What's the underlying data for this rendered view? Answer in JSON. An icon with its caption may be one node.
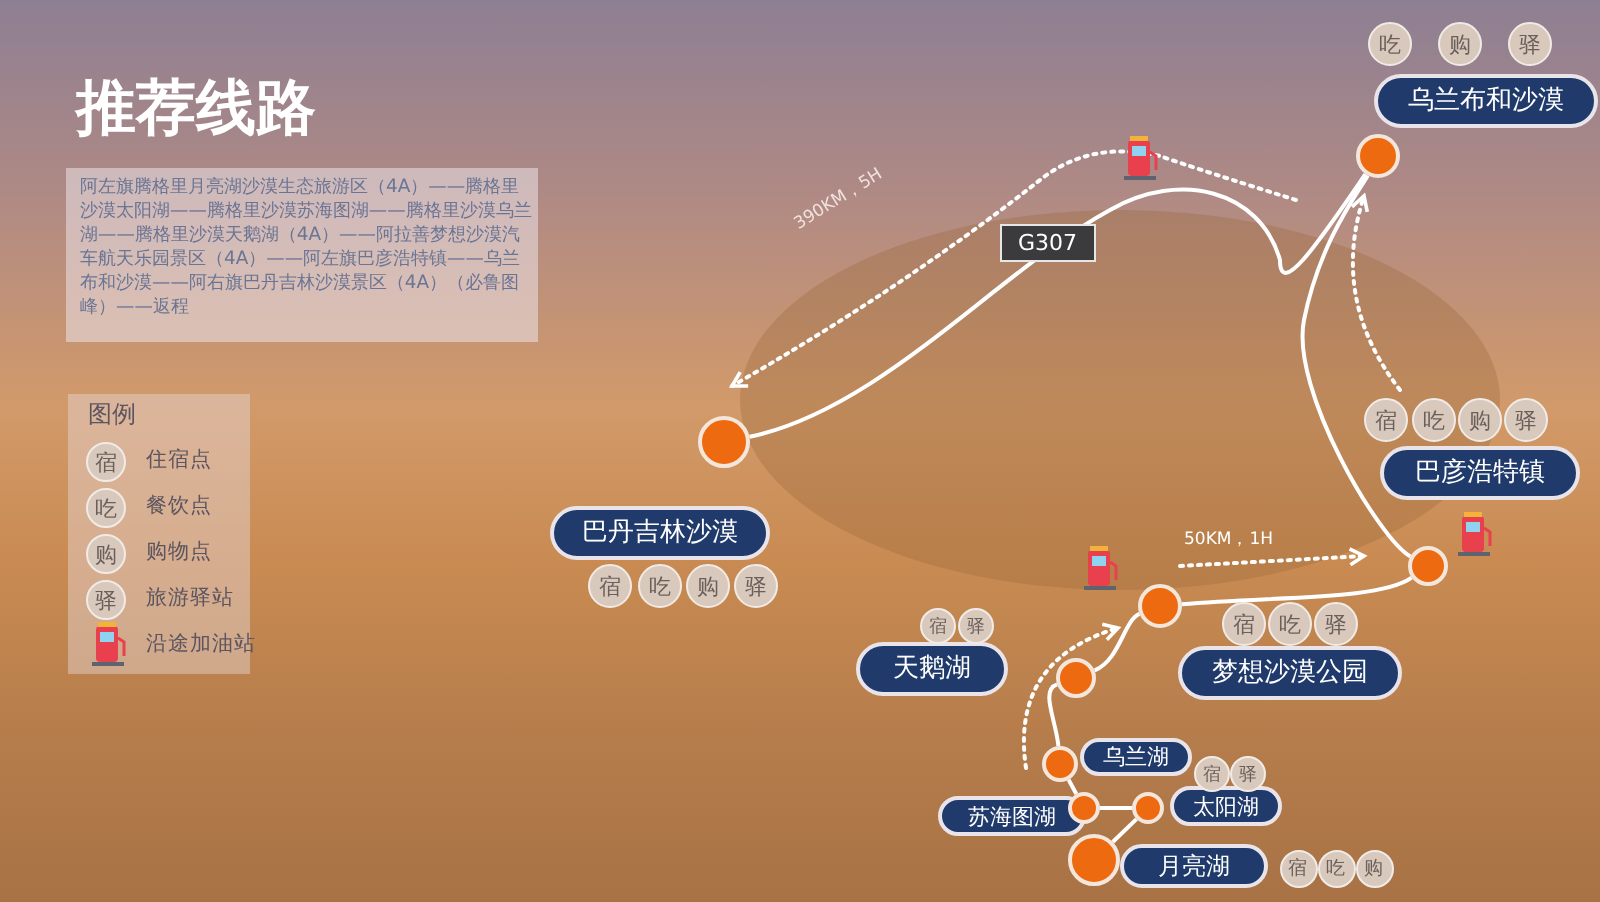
{
  "diagram": {
    "title": "推荐线路",
    "nodes": [
      {
        "text": [],
        "shape": "circle"
      },
      {
        "text": [
          "巴丹吉林沙漠"
        ],
        "beside": [
          "宿",
          "吃",
          "购",
          "驿"
        ]
      },
      {
        "text": [],
        "shape": "circle"
      },
      {
        "text": [
          "乌兰布和沙漠"
        ],
        "beside": [
          "吃",
          "购",
          "驿"
        ]
      },
      {
        "text": [
          "巴彦浩特镇"
        ],
        "beside": [
          "宿",
          "吃",
          "购",
          "驿"
        ]
      },
      {
        "text": [],
        "shape": "circle"
      },
      {
        "text": [],
        "shape": "circle"
      },
      {
        "text": [
          "梦想沙漠公园"
        ],
        "beside": [
          "宿",
          "吃",
          "驿"
        ]
      },
      {
        "text": [
          "天鹅湖"
        ],
        "beside": [
          "宿",
          "驿"
        ]
      },
      {
        "text": [],
        "shape": "circle"
      },
      {
        "text": [],
        "shape": "circle"
      },
      {
        "text": [
          "乌兰湖"
        ]
      },
      {
        "text": [
          "苏海图湖"
        ]
      },
      {
        "text": [],
        "shape": "circle"
      },
      {
        "text": [],
        "shape": "circle"
      },
      {
        "text": [
          "太阳湖"
        ],
        "beside": [
          "宿",
          "驿"
        ]
      },
      {
        "text": [],
        "shape": "circle"
      },
      {
        "text": [
          "月亮湖"
        ],
        "beside": [
          "宿",
          "吃",
          "购"
        ]
      }
    ],
    "edges": [
      {
        "from": 16,
        "to": 14,
        "arrow": "none"
      },
      {
        "from": 14,
        "to": 13,
        "arrow": "none"
      },
      {
        "from": 13,
        "to": 10,
        "arrow": "none"
      },
      {
        "from": 10,
        "to": 9,
        "arrow": "none"
      },
      {
        "from": 9,
        "to": 6,
        "arrow": "none"
      },
      {
        "from": 6,
        "to": 5,
        "arrow": "none"
      },
      {
        "from": 5,
        "to": 2,
        "arrow": "none"
      },
      {
        "from": 2,
        "to": 0,
        "arrow": "none",
        "label": "G307"
      }
    ],
    "labels": [
      "阿左旗腾格里月亮湖沙漠生态旅游区（4A）——腾格里沙漠太阳湖——腾格里沙漠苏海图湖——腾格里沙漠乌兰湖——腾格里沙漠天鹅湖（4A）——阿拉善梦想沙漠汽车航天乐园景区（4A）——阿左旗巴彦浩特镇——乌兰布和沙漠——阿右旗巴丹吉林沙漠景区（4A）（必鲁图峰）——返程",
      "图例",
      "宿",
      "吃",
      "购",
      "驿",
      "390KM，5H",
      "50KM，1H"
    ],
    "legend": [
      {
        "text": "住宿点"
      },
      {
        "text": "餐饮点"
      },
      {
        "text": "购物点"
      },
      {
        "text": "旅游驿站"
      },
      {
        "text": "沿途加油站"
      }
    ]
  }
}
